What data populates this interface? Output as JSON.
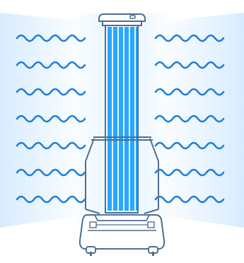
{
  "illustration": {
    "subject": "uv-disinfection-robot",
    "colors": {
      "background": "#ffffff",
      "panel": "#dcefff",
      "wave": "#1f7fd8",
      "lamp": "#27a8ff",
      "lamp_highlight": "#e8f6ff",
      "outline": "#4f6f8f",
      "device_fill": "#ffffff"
    },
    "waves": {
      "left_rows": 7,
      "right_rows": 7,
      "humps_per_row": 4
    },
    "lamp_tubes": 6
  }
}
